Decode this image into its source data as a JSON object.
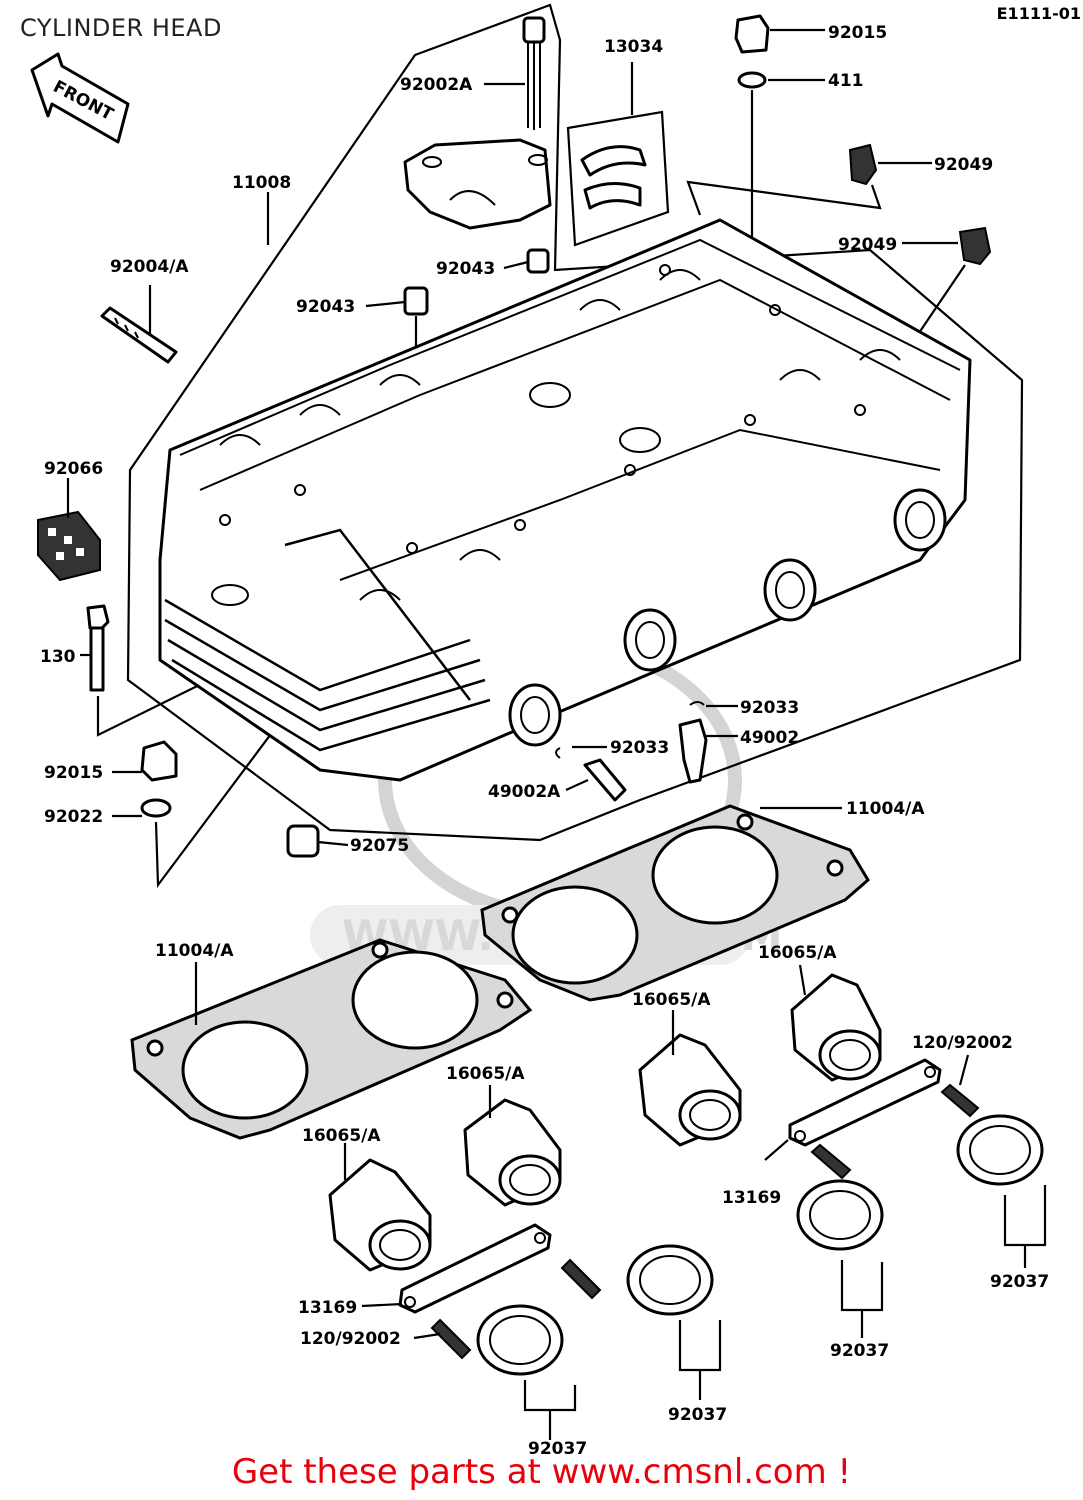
{
  "title": "CYLINDER HEAD",
  "diagram_code": "E1111-01",
  "direction_label": "FRONT",
  "watermark": "WWW.CMSNL.COM",
  "footer": "Get these parts at www.cmsnl.com !",
  "labels": {
    "p92002a": "92002A",
    "p13034": "13034",
    "p92015_top": "92015",
    "p411": "411",
    "p92049_a": "92049",
    "p92049_b": "92049",
    "p11008": "11008",
    "p92004a": "92004/A",
    "p92043_a": "92043",
    "p92043_b": "92043",
    "p92066": "92066",
    "p130": "130",
    "p92015_left": "92015",
    "p92022": "92022",
    "p92033_a": "92033",
    "p49002": "49002",
    "p92033_b": "92033",
    "p49002a": "49002A",
    "p11004a_right": "11004/A",
    "p92075": "92075",
    "p11004a_left": "11004/A",
    "p16065a_1": "16065/A",
    "p16065a_2": "16065/A",
    "p16065a_3": "16065/A",
    "p16065a_4": "16065/A",
    "p120_92002_right": "120/92002",
    "p13169_right": "13169",
    "p92037_1": "92037",
    "p92037_2": "92037",
    "p92037_3": "92037",
    "p92037_4": "92037",
    "p13169_left": "13169",
    "p120_92002_left": "120/92002"
  }
}
